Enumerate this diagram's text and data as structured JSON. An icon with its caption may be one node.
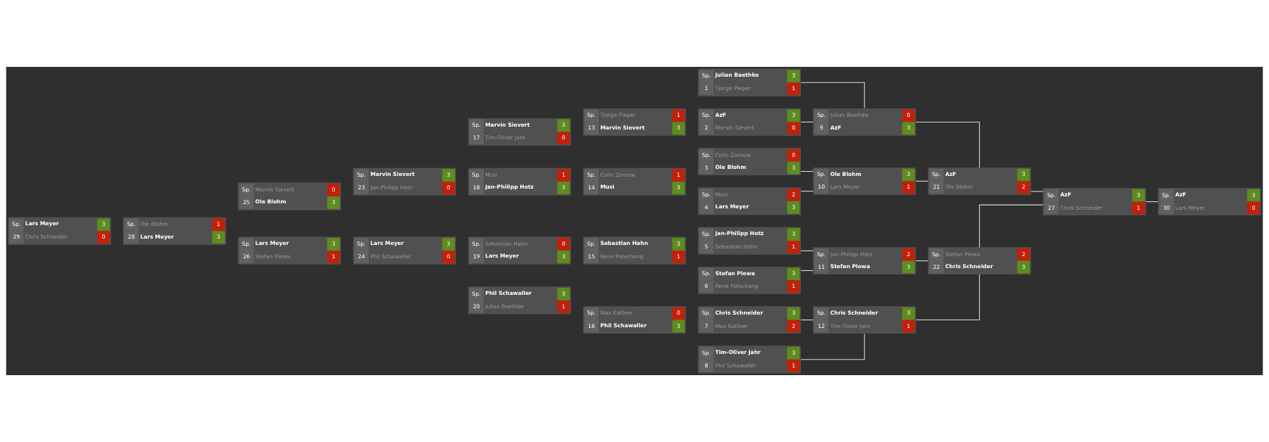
{
  "diagram": {
    "nodes": [
      {
        "text": [
          "Sp.",
          "Julian Baethke",
          "3",
          "1",
          "Tjorge Pieper",
          "1"
        ]
      },
      {
        "text": [
          "Sp.",
          "AzF",
          "3",
          "2",
          "Marvin Sievert",
          "0"
        ]
      },
      {
        "text": [
          "Sp.",
          "Colin Zornow",
          "0",
          "3",
          "Ole Blohm",
          "3"
        ]
      },
      {
        "text": [
          "Sp.",
          "Musi",
          "2",
          "4",
          "Lars Meyer",
          "3"
        ]
      },
      {
        "text": [
          "Sp.",
          "Jan-Philipp Hotz",
          "3",
          "5",
          "Sebastian Hahn",
          "1"
        ]
      },
      {
        "text": [
          "Sp.",
          "Stefan Plewa",
          "3",
          "6",
          "Rene Potschang",
          "1"
        ]
      },
      {
        "text": [
          "Sp.",
          "Chris Schneider",
          "3",
          "7",
          "Max Kattner",
          "2"
        ]
      },
      {
        "text": [
          "Sp.",
          "Tim-Oliver Jahr",
          "3",
          "8",
          "Phil Schawaller",
          "1"
        ]
      },
      {
        "text": [
          "Sp.",
          "Julian Baethke",
          "0",
          "9",
          "AzF",
          "3"
        ]
      },
      {
        "text": [
          "Sp.",
          "Ole Blohm",
          "3",
          "10",
          "Lars Meyer",
          "1"
        ]
      },
      {
        "text": [
          "Sp.",
          "Jan-Philipp Hotz",
          "2",
          "11",
          "Stefan Plewa",
          "3"
        ]
      },
      {
        "text": [
          "Sp.",
          "Chris Schneider",
          "3",
          "12",
          "Tim-Oliver Jahr",
          "1"
        ]
      },
      {
        "text": [
          "Sp.",
          "Tjorge Pieper",
          "1",
          "13",
          "Marvin Sievert",
          "3"
        ]
      },
      {
        "text": [
          "Sp.",
          "Colin Zornow",
          "1",
          "14",
          "Musi",
          "3"
        ]
      },
      {
        "text": [
          "Sp.",
          "Sebastian Hahn",
          "3",
          "15",
          "Rene Potschang",
          "1"
        ]
      },
      {
        "text": [
          "Sp.",
          "Max Kattner",
          "0",
          "16",
          "Phil Schawaller",
          "3"
        ]
      },
      {
        "text": [
          "Sp.",
          "Marvin Sievert",
          "3",
          "17",
          "Tim-Oliver Jahr",
          "0"
        ]
      },
      {
        "text": [
          "Sp.",
          "Musi",
          "1",
          "18",
          "Jan-Philipp Hotz",
          "3"
        ]
      },
      {
        "text": [
          "Sp.",
          "Sebastian Hahn",
          "0",
          "19",
          "Lars Meyer",
          "3"
        ]
      },
      {
        "text": [
          "Sp.",
          "Phil Schawaller",
          "3",
          "20",
          "Julian Baethke",
          "1"
        ]
      },
      {
        "text": [
          "Sp.",
          "AzF",
          "3",
          "21",
          "Ole Blohm",
          "2"
        ]
      },
      {
        "text": [
          "Sp.",
          "Stefan Plewa",
          "2",
          "22",
          "Chris Schneider",
          "3"
        ]
      },
      {
        "text": [
          "Sp.",
          "Marvin Sievert",
          "3",
          "23",
          "Jan-Philipp Hotz",
          "0"
        ]
      },
      {
        "text": [
          "Sp.",
          "Lars Meyer",
          "3",
          "24",
          "Phil Schawaller",
          "0"
        ]
      },
      {
        "text": [
          "Sp.",
          "Marvin Sievert",
          "0",
          "25",
          "Ole Blohm",
          "3"
        ]
      },
      {
        "text": [
          "Sp.",
          "Lars Meyer",
          "3",
          "26",
          "Stefan Plewa",
          "1"
        ]
      },
      {
        "text": [
          "Sp.",
          "AzF",
          "3",
          "27",
          "Chris Schneider",
          "1"
        ]
      },
      {
        "text": [
          "Sp.",
          "Ole Blohm",
          "1",
          "28",
          "Lars Meyer",
          "3"
        ]
      },
      {
        "text": [
          "Sp.",
          "Lars Meyer",
          "3",
          "29",
          "Chris Schneider",
          "0"
        ]
      },
      {
        "text": [
          "Sp.",
          "AzF",
          "3",
          "30",
          "Lars Meyer",
          "0"
        ]
      }
    ],
    "edges": [
      {
        "from": 0,
        "to": 8,
        "arrow": "none"
      },
      {
        "from": 1,
        "to": 8,
        "arrow": "none"
      },
      {
        "from": 2,
        "to": 9,
        "arrow": "none"
      },
      {
        "from": 3,
        "to": 9,
        "arrow": "none"
      },
      {
        "from": 4,
        "to": 10,
        "arrow": "none"
      },
      {
        "from": 5,
        "to": 10,
        "arrow": "none"
      },
      {
        "from": 6,
        "to": 11,
        "arrow": "none"
      },
      {
        "from": 7,
        "to": 11,
        "arrow": "none"
      },
      {
        "from": 8,
        "to": 20,
        "arrow": "none"
      },
      {
        "from": 9,
        "to": 20,
        "arrow": "none"
      },
      {
        "from": 10,
        "to": 21,
        "arrow": "none"
      },
      {
        "from": 11,
        "to": 21,
        "arrow": "none"
      },
      {
        "from": 20,
        "to": 26,
        "arrow": "none"
      },
      {
        "from": 21,
        "to": 26,
        "arrow": "none"
      },
      {
        "from": 26,
        "to": 29,
        "arrow": "none"
      }
    ]
  }
}
